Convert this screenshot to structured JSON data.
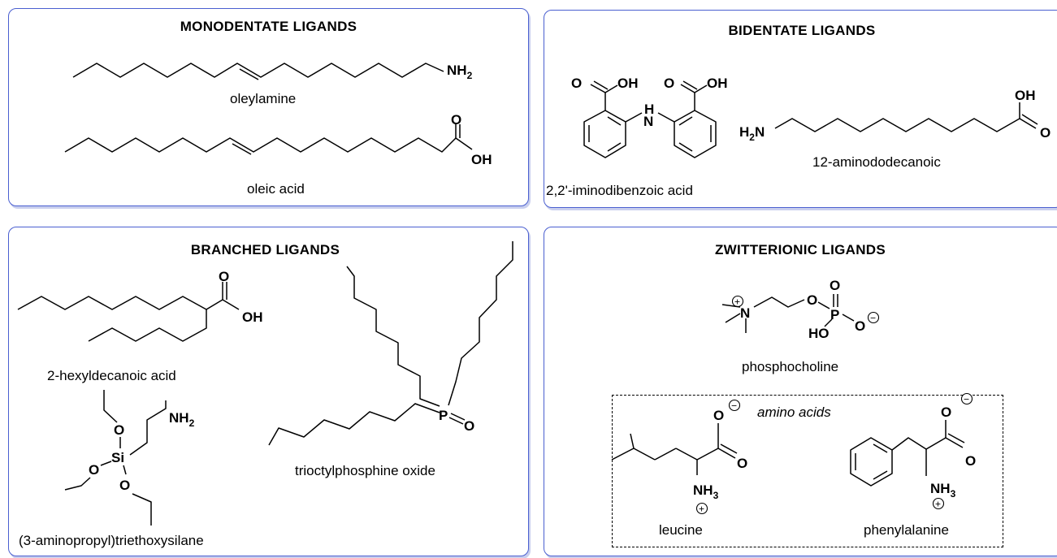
{
  "panels": {
    "monodentate": {
      "title": "MONODENTATE LIGANDS",
      "ligands": [
        "oleylamine",
        "oleic acid"
      ]
    },
    "bidentate": {
      "title": "BIDENTATE LIGANDS",
      "ligands": [
        "2,2'-iminodibenzoic acid",
        "12-aminododecanoic"
      ]
    },
    "branched": {
      "title": "BRANCHED LIGANDS",
      "ligands": [
        "2-hexyldecanoic acid",
        "trioctylphosphine oxide",
        "(3-aminopropyl)triethoxysilane"
      ]
    },
    "zwitterionic": {
      "title": "ZWITTERIONIC LIGANDS",
      "ligands": [
        "phosphocholine",
        "leucine",
        "phenylalanine"
      ],
      "group_label": "amino acids"
    }
  },
  "atoms": {
    "nh2": "NH",
    "nh3": "NH",
    "oh": "OH",
    "ho": "HO",
    "h2n": "H",
    "n": "N",
    "h": "H",
    "o": "O",
    "p": "P",
    "si": "Si",
    "sub2": "2",
    "sub3": "3",
    "plus": "+",
    "minus": "−"
  },
  "colors": {
    "panel_border": "#4a5fd0"
  }
}
